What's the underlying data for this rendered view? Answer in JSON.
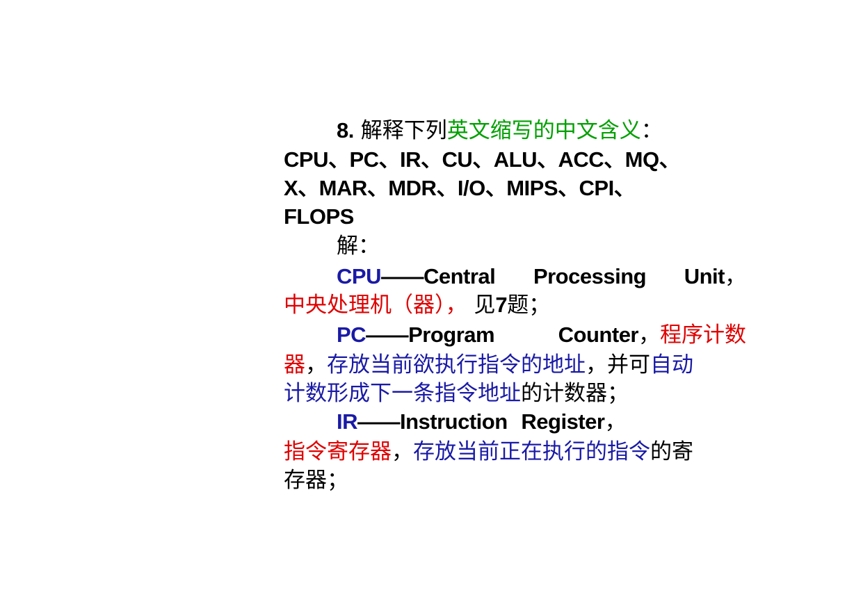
{
  "question": {
    "number": "8.",
    "prefix": "解释下列",
    "highlight": "英文缩写的中文含义",
    "colon": "：",
    "list_line1": "CPU、PC、IR、CU、ALU、ACC、MQ、",
    "list_line2": "X、MAR、MDR、I/O、MIPS、CPI、",
    "list_line3": "FLOPS"
  },
  "answer_label": "解：",
  "cpu": {
    "abbr": "CPU",
    "dash": "——",
    "w1": "Central",
    "w2": "Processing",
    "w3": "Unit",
    "comma": "，",
    "cn": "中央处理机（器），",
    "ref_a": "见",
    "ref_num": "7",
    "ref_b": "题；"
  },
  "pc": {
    "abbr": "PC",
    "dash": "——",
    "w1": "Program",
    "w2": "Counter",
    "comma": "，",
    "cn_a": "程序计数",
    "cn_b": "器",
    "comma2": "，",
    "desc1": "存放当前欲执行指令的地址",
    "mid": "，并可",
    "desc2a": "自动",
    "desc2b": "计数形成下一条指令地址",
    "tail": "的计数器；"
  },
  "ir": {
    "abbr": "IR",
    "dash": "——",
    "w1": "Instruction",
    "w2": "Register",
    "comma": "，",
    "cn": "指令寄存器",
    "comma2": "，",
    "desc": "存放当前正在执行的指令",
    "tail_a": "的寄",
    "tail_b": "存器；"
  },
  "colors": {
    "green": "#00a000",
    "red": "#e00000",
    "blue": "#1a1aa6",
    "black": "#000000"
  }
}
